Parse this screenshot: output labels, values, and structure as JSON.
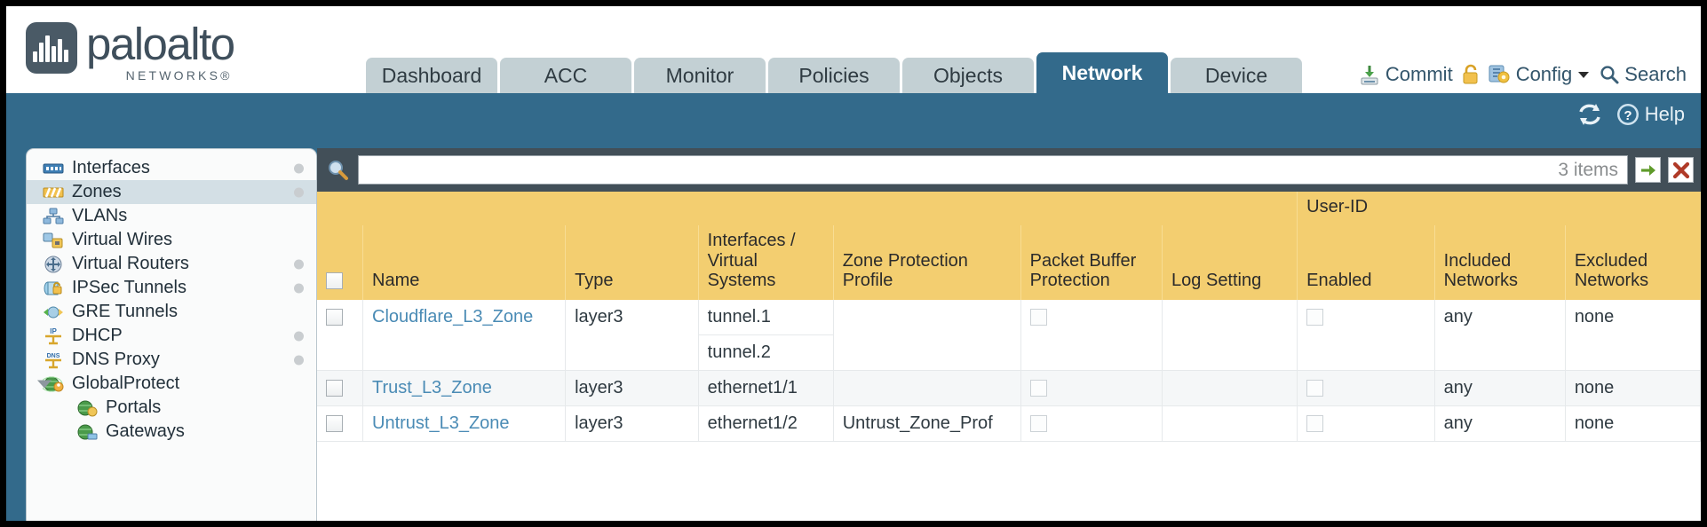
{
  "brand": {
    "name": "paloalto",
    "sub": "NETWORKS®"
  },
  "nav": {
    "tabs": [
      {
        "label": "Dashboard",
        "active": false
      },
      {
        "label": "ACC",
        "active": false
      },
      {
        "label": "Monitor",
        "active": false
      },
      {
        "label": "Policies",
        "active": false
      },
      {
        "label": "Objects",
        "active": false
      },
      {
        "label": "Network",
        "active": true
      },
      {
        "label": "Device",
        "active": false
      }
    ]
  },
  "topactions": {
    "commit": "Commit",
    "lock": "",
    "config": "Config",
    "search": "Search"
  },
  "blueband": {
    "help": "Help"
  },
  "sidebar": {
    "items": [
      {
        "label": "Interfaces",
        "icon": "interfaces-icon",
        "selected": false,
        "dot": true,
        "child": false,
        "caret": false
      },
      {
        "label": "Zones",
        "icon": "zones-icon",
        "selected": true,
        "dot": true,
        "child": false,
        "caret": false
      },
      {
        "label": "VLANs",
        "icon": "vlans-icon",
        "selected": false,
        "dot": false,
        "child": false,
        "caret": false
      },
      {
        "label": "Virtual Wires",
        "icon": "virtual-wires-icon",
        "selected": false,
        "dot": false,
        "child": false,
        "caret": false
      },
      {
        "label": "Virtual Routers",
        "icon": "virtual-routers-icon",
        "selected": false,
        "dot": true,
        "child": false,
        "caret": false
      },
      {
        "label": "IPSec Tunnels",
        "icon": "ipsec-tunnels-icon",
        "selected": false,
        "dot": true,
        "child": false,
        "caret": false
      },
      {
        "label": "GRE Tunnels",
        "icon": "gre-tunnels-icon",
        "selected": false,
        "dot": false,
        "child": false,
        "caret": false
      },
      {
        "label": "DHCP",
        "icon": "dhcp-icon",
        "selected": false,
        "dot": true,
        "child": false,
        "caret": false
      },
      {
        "label": "DNS Proxy",
        "icon": "dns-proxy-icon",
        "selected": false,
        "dot": true,
        "child": false,
        "caret": false
      },
      {
        "label": "GlobalProtect",
        "icon": "globalprotect-icon",
        "selected": false,
        "dot": false,
        "child": false,
        "caret": true
      },
      {
        "label": "Portals",
        "icon": "portals-icon",
        "selected": false,
        "dot": false,
        "child": true,
        "caret": false
      },
      {
        "label": "Gateways",
        "icon": "gateways-icon",
        "selected": false,
        "dot": false,
        "child": true,
        "caret": false
      }
    ]
  },
  "search": {
    "value": "",
    "placeholder": "",
    "items_count": "3 items",
    "apply_label": "→",
    "clear_label": "✕"
  },
  "table": {
    "group_header": {
      "label": "User-ID",
      "span": 3
    },
    "columns": [
      "Name",
      "Type",
      "Interfaces / Virtual Systems",
      "Zone Protection Profile",
      "Packet Buffer Protection",
      "Log Setting",
      "Enabled",
      "Included Networks",
      "Excluded Networks"
    ],
    "rows": [
      {
        "checked": false,
        "name": "Cloudflare_L3_Zone",
        "type": "layer3",
        "interfaces": [
          "tunnel.1",
          "tunnel.2"
        ],
        "zone_protection_profile": "",
        "packet_buffer_protection": false,
        "log_setting": "",
        "userid_enabled": false,
        "included_networks": "any",
        "excluded_networks": "none"
      },
      {
        "checked": false,
        "name": "Trust_L3_Zone",
        "type": "layer3",
        "interfaces": [
          "ethernet1/1"
        ],
        "zone_protection_profile": "",
        "packet_buffer_protection": false,
        "log_setting": "",
        "userid_enabled": false,
        "included_networks": "any",
        "excluded_networks": "none"
      },
      {
        "checked": false,
        "name": "Untrust_L3_Zone",
        "type": "layer3",
        "interfaces": [
          "ethernet1/2"
        ],
        "zone_protection_profile": "Untrust_Zone_Prof",
        "packet_buffer_protection": false,
        "log_setting": "",
        "userid_enabled": false,
        "included_networks": "any",
        "excluded_networks": "none"
      }
    ]
  },
  "colors": {
    "brand_blue": "#336a8b",
    "header_amber": "#f3ce70",
    "group_amber": "#ddb24f",
    "link_blue": "#4a8bb5",
    "searchbar_dark": "#424f58"
  }
}
